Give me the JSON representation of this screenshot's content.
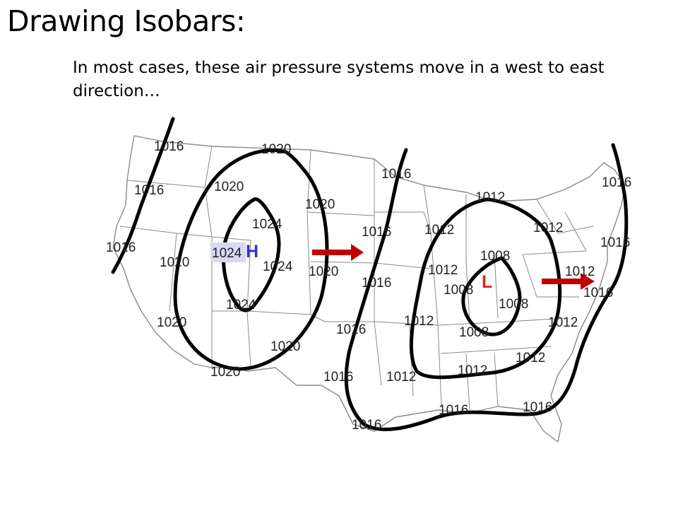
{
  "slide": {
    "title": "Drawing Isobars:",
    "subtitle": "In most cases, these air pressure systems move in a west to east direction…"
  },
  "map": {
    "high_label": "H",
    "low_label": "L",
    "high_color": "#3333cc",
    "low_color": "#dd2222",
    "arrow_color": "#c00000",
    "isobar_color": "#000000",
    "high_center_value": "1024",
    "pressure_labels": [
      "1016",
      "1020",
      "1016",
      "1020",
      "1016",
      "1020",
      "1024",
      "1024",
      "1020",
      "1016",
      "1024",
      "1020",
      "1020",
      "1016",
      "1012",
      "1012",
      "1016",
      "1012",
      "1008",
      "1012",
      "1016",
      "1016",
      "1008",
      "1008",
      "1016",
      "1012",
      "1008",
      "1012",
      "1020",
      "1020",
      "1016",
      "1012",
      "1012",
      "1012",
      "1016",
      "1016",
      "1016"
    ]
  }
}
